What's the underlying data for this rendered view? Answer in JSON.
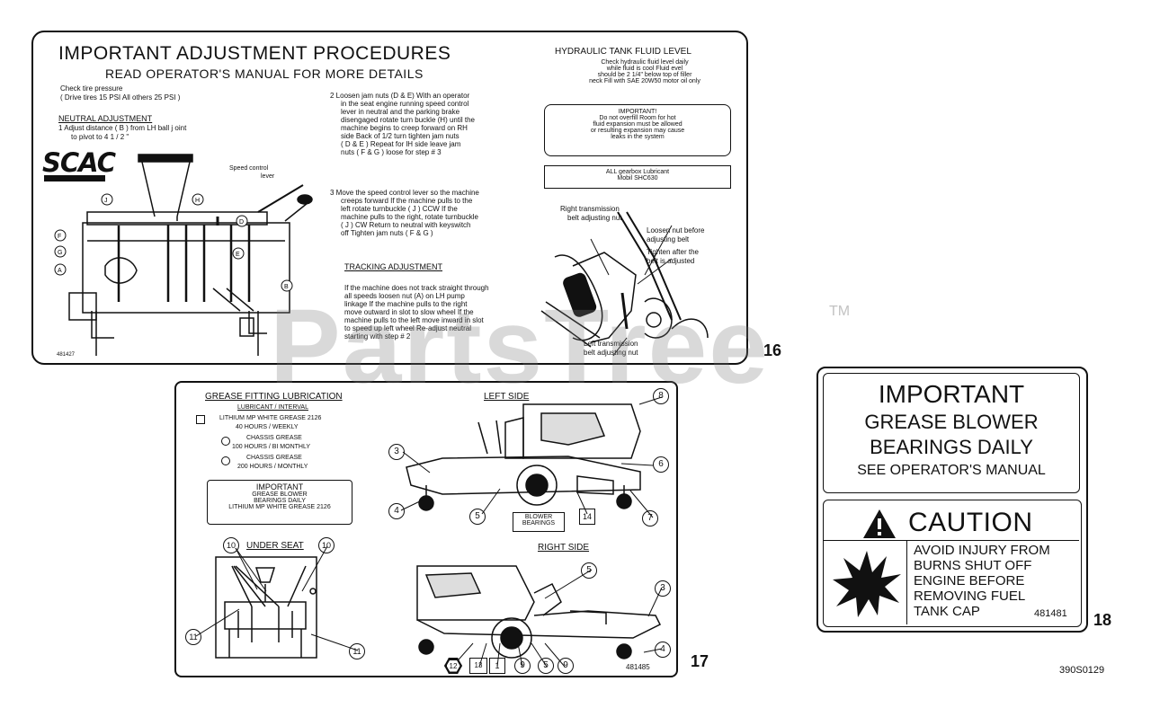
{
  "decal16": {
    "title": "IMPORTANT ADJUSTMENT PROCEDURES",
    "subtitle": "READ OPERATOR'S MANUAL FOR MORE DETAILS",
    "tire_line1": "Check tire pressure",
    "tire_line2": "( Drive tires    15 PSI   All others    25 PSI )",
    "neutral_heading": "NEUTRAL ADJUSTMENT",
    "neutral_step1a": "1   Adjust distance ( B )  from  LH  ball j oint",
    "neutral_step1b": "to pivot to 4   1 / 2 \"",
    "logo_text": "SCAC",
    "speed_lever_label1": "Speed control",
    "speed_lever_label2": "lever",
    "step2": [
      "2   Loosen jam nuts (D & E)  With an operator",
      "in the seat  engine running  speed control",
      "lever in neutral and the parking brake",
      "disengaged rotate turn buckle (H) until the",
      "machine begins to creep forward on RH",
      "side   Back of 1/2 turn  tighten jam nuts",
      "( D & E )   Repeat for lH side  leave jam",
      "nuts ( F & G ) loose for step # 3"
    ],
    "step3": [
      "3   Move the speed control lever so the machine",
      "creeps forward   If the machine pulls to the",
      "left  rotate turnbuckle ( J ) CCW   If the",
      "machine pulls to the right, rotate turnbuckle",
      "( J ) CW   Return to neutral with keyswitch",
      "off   Tighten jam nuts ( F & G )"
    ],
    "tracking_heading": "TRACKING ADJUSTMENT",
    "tracking": [
      "If the machine does not track straight through",
      "all speeds  loosen nut (A) on LH pump",
      "linkage   If the machine pulls to the right",
      "move outward in slot to slow wheel   If the",
      "machine pulls to the left  move inward in slot",
      "to speed up left wheel   Re-adjust neutral",
      "starting with step # 2"
    ],
    "hyd_title": "HYDRAULIC TANK FLUID LEVEL",
    "hyd_lines": [
      "Check hydraulic fluid level daily",
      "while fluid is cool   Fluid evel",
      "should be 2  1/4\" below top of filler",
      "neck   Fill with SAE 20W50 motor oil only"
    ],
    "hyd_important": [
      "IMPORTANT!",
      "Do not overfill  Room for hot",
      "fluid expansion must be allowed",
      "or resulting expansion may cause",
      "leaks in the system"
    ],
    "gearbox": [
      "ALL gearbox Lubricant",
      "Mobil SHC630"
    ],
    "belt_right": [
      "Right  transmission",
      "belt  adjusting  nut"
    ],
    "belt_loosen": [
      "Loosen nut before",
      "adjusting belt"
    ],
    "belt_tighten": [
      "Tighten after the",
      "belt is adjusted"
    ],
    "belt_left": [
      "Left  transmission",
      "belt  adjusting  nut"
    ],
    "part_no": "481427",
    "ref": "16",
    "callouts": [
      "J",
      "F",
      "G",
      "A",
      "H",
      "D",
      "E",
      "B"
    ]
  },
  "decal17": {
    "title": "GREASE FITTING LUBRICATION",
    "lube_heading": "LUBRICANT / INTERVAL",
    "lube1a": "LITHIUM MP WHITE GREASE 2126",
    "lube1b": "40 HOURS / WEEKLY",
    "lube2a": "CHASSIS GREASE",
    "lube2b": "100 HOURS / BI  MONTHLY",
    "lube3a": "CHASSIS GREASE",
    "lube3b": "200 HOURS / MONTHLY",
    "important": [
      "IMPORTANT",
      "GREASE BLOWER",
      "BEARINGS DAILY",
      "LITHIUM MP WHITE GREASE 2126"
    ],
    "under_seat": "UNDER SEAT",
    "left_side": "LEFT SIDE",
    "right_side": "RIGHT SIDE",
    "blower": [
      "BLOWER",
      "BEARINGS"
    ],
    "part_no": "481485",
    "ref": "17",
    "nums": {
      "n3": "3",
      "n4": "4",
      "n5": "5",
      "n6": "6",
      "n7": "7",
      "n8": "8",
      "n9": "9",
      "n10": "10",
      "n11": "11",
      "n12": "12",
      "n13": "13",
      "n14": "14",
      "n1": "1"
    }
  },
  "decal18": {
    "important": "IMPORTANT",
    "line1": "GREASE BLOWER",
    "line2": "BEARINGS DAILY",
    "line3": "SEE OPERATOR'S MANUAL",
    "caution": "CAUTION",
    "warn": [
      "AVOID INJURY FROM",
      "BURNS   SHUT OFF",
      "ENGINE BEFORE",
      "REMOVING FUEL",
      "TANK CAP"
    ],
    "part_no": "481481",
    "ref": "18"
  },
  "watermark": "PartsTree",
  "trademark": "TM",
  "diagram_id": "390S0129"
}
